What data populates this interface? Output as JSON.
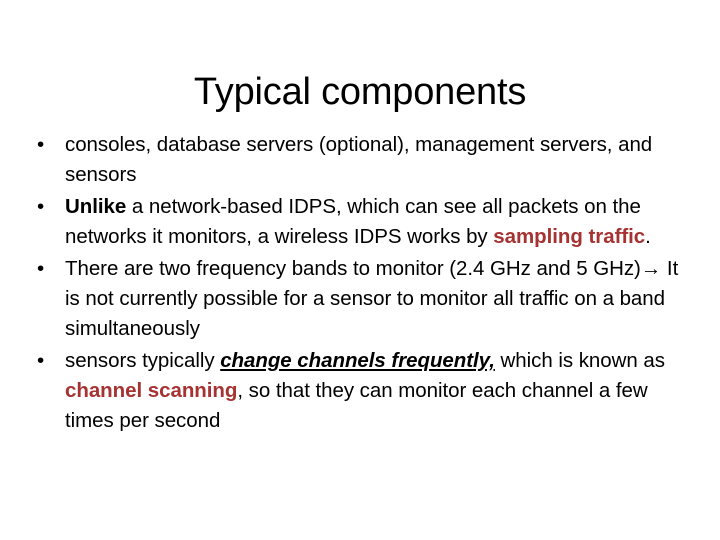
{
  "slide": {
    "title": "Typical components",
    "bullet_marker": "•",
    "accent_color": "#A63232",
    "text_color": "#000000",
    "background_color": "#FFFFFF",
    "bullets": [
      {
        "id": "bullet-1",
        "plain_text": "consoles, database servers (optional), management servers, and sensors",
        "segments": [
          {
            "text": "consoles, database servers (optional), management servers, and sensors",
            "style": "normal"
          }
        ]
      },
      {
        "id": "bullet-2",
        "plain_text": "Unlike a network-based IDPS, which can see all packets on the networks it monitors, a wireless IDPS works by sampling traffic.",
        "segments": [
          {
            "text": "Unlike",
            "style": "bold"
          },
          {
            "text": " a network-based IDPS, which can see all packets on the networks it monitors, a wireless IDPS works by ",
            "style": "normal"
          },
          {
            "text": "sampling traffic",
            "style": "red-bold"
          },
          {
            "text": ".",
            "style": "normal"
          }
        ]
      },
      {
        "id": "bullet-3",
        "plain_text": "There are two frequency bands to monitor (2.4 GHz and 5 GHz)→ It is not currently possible for a sensor to monitor all traffic on a band simultaneously",
        "segments": [
          {
            "text": "There are two frequency bands to monitor (2.4 GHz and 5 GHz)→ It is not currently possible for a sensor to monitor all traffic on a band simultaneously",
            "style": "normal"
          }
        ]
      },
      {
        "id": "bullet-4",
        "plain_text": "sensors typically change channels frequently, which is known as channel scanning, so that they can monitor each channel a few times per second",
        "segments": [
          {
            "text": "sensors typically ",
            "style": "normal"
          },
          {
            "text": "change channels frequently,",
            "style": "bold-italic-underline"
          },
          {
            "text": " which is known as ",
            "style": "normal"
          },
          {
            "text": "channel scanning",
            "style": "red-bold"
          },
          {
            "text": ", so that they can monitor each channel a few times per second",
            "style": "normal"
          }
        ]
      }
    ]
  }
}
